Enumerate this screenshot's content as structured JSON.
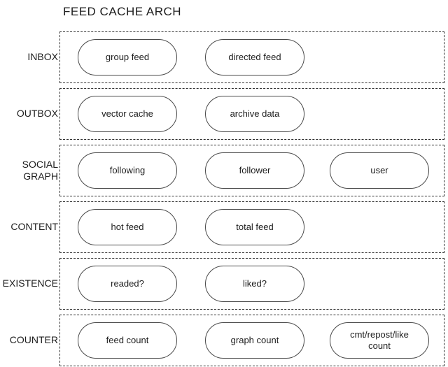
{
  "title": "FEED CACHE ARCH",
  "colors": {
    "background": "#ffffff",
    "dashed_border": "#2e2e2e",
    "node_border": "#4a4a4a",
    "text": "#1d1d1d"
  },
  "diagram": {
    "rows": [
      {
        "label": "INBOX",
        "nodes": [
          "group feed",
          "directed feed"
        ]
      },
      {
        "label": "OUTBOX",
        "nodes": [
          "vector cache",
          "archive data"
        ]
      },
      {
        "label": "SOCIAL GRAPH",
        "nodes": [
          "following",
          "follower",
          "user"
        ]
      },
      {
        "label": "CONTENT",
        "nodes": [
          "hot feed",
          "total feed"
        ]
      },
      {
        "label": "EXISTENCE",
        "nodes": [
          "readed?",
          "liked?"
        ]
      },
      {
        "label": "COUNTER",
        "nodes": [
          "feed count",
          "graph count",
          "cmt/repost/like count"
        ]
      }
    ]
  }
}
